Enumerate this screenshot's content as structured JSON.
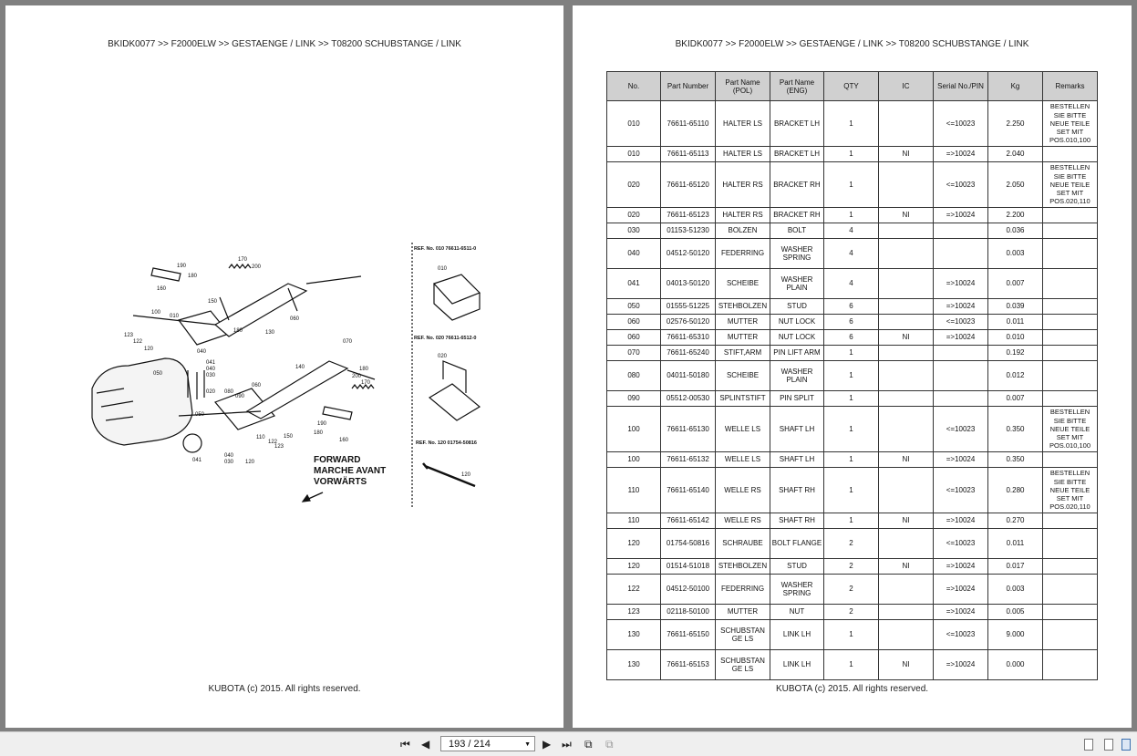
{
  "breadcrumb": "BKIDK0077 >> F2000ELW >> GESTAENGE / LINK >> T08200   SCHUBSTANGE / LINK",
  "footer": "KUBOTA (c) 2015. All rights reserved.",
  "diagram": {
    "ref_010": "REF. No. 010 76611-6511-0",
    "ref_020": "REF. No. 020 76611-6512-0",
    "ref_120": "REF. No. 120 01754-50816",
    "forward_lines": [
      "FORWARD",
      "MARCHE AVANT",
      "VORWÄRTS"
    ],
    "callouts": [
      "190",
      "180",
      "160",
      "170",
      "200",
      "100",
      "010",
      "150",
      "130",
      "060",
      "070",
      "123",
      "122",
      "120",
      "050",
      "040",
      "041",
      "030",
      "140",
      "110",
      "080",
      "090",
      "020"
    ]
  },
  "table": {
    "headers": [
      "No.",
      "Part Number",
      "Part Name (POL)",
      "Part Name (ENG)",
      "QTY",
      "IC",
      "Serial No./PIN",
      "Kg",
      "Remarks"
    ],
    "rows": [
      {
        "no": "010",
        "part": "76611-65110",
        "pol": "HALTER LS",
        "eng": "BRACKET LH",
        "qty": "1",
        "ic": "",
        "serial": "<=10023",
        "kg": "2.250",
        "rem": "BESTELLEN SIE BITTE NEUE TEILE SET MIT POS.010,100",
        "tall": true
      },
      {
        "no": "010",
        "part": "76611-65113",
        "pol": "HALTER LS",
        "eng": "BRACKET LH",
        "qty": "1",
        "ic": "NI",
        "serial": "=>10024",
        "kg": "2.040",
        "rem": ""
      },
      {
        "no": "020",
        "part": "76611-65120",
        "pol": "HALTER RS",
        "eng": "BRACKET RH",
        "qty": "1",
        "ic": "",
        "serial": "<=10023",
        "kg": "2.050",
        "rem": "BESTELLEN SIE BITTE NEUE TEILE SET MIT POS.020,110",
        "tall": true
      },
      {
        "no": "020",
        "part": "76611-65123",
        "pol": "HALTER RS",
        "eng": "BRACKET RH",
        "qty": "1",
        "ic": "NI",
        "serial": "=>10024",
        "kg": "2.200",
        "rem": ""
      },
      {
        "no": "030",
        "part": "01153-51230",
        "pol": "BOLZEN",
        "eng": "BOLT",
        "qty": "4",
        "ic": "",
        "serial": "",
        "kg": "0.036",
        "rem": ""
      },
      {
        "no": "040",
        "part": "04512-50120",
        "pol": "FEDERRING",
        "eng": "WASHER SPRING",
        "qty": "4",
        "ic": "",
        "serial": "",
        "kg": "0.003",
        "rem": "",
        "mid": true
      },
      {
        "no": "041",
        "part": "04013-50120",
        "pol": "SCHEIBE",
        "eng": "WASHER PLAIN",
        "qty": "4",
        "ic": "",
        "serial": "=>10024",
        "kg": "0.007",
        "rem": "",
        "mid": true
      },
      {
        "no": "050",
        "part": "01555-51225",
        "pol": "STEHBOLZEN",
        "eng": "STUD",
        "qty": "6",
        "ic": "",
        "serial": "=>10024",
        "kg": "0.039",
        "rem": ""
      },
      {
        "no": "060",
        "part": "02576-50120",
        "pol": "MUTTER",
        "eng": "NUT LOCK",
        "qty": "6",
        "ic": "",
        "serial": "<=10023",
        "kg": "0.011",
        "rem": ""
      },
      {
        "no": "060",
        "part": "76611-65310",
        "pol": "MUTTER",
        "eng": "NUT LOCK",
        "qty": "6",
        "ic": "NI",
        "serial": "=>10024",
        "kg": "0.010",
        "rem": ""
      },
      {
        "no": "070",
        "part": "76611-65240",
        "pol": "STIFT,ARM",
        "eng": "PIN LIFT ARM",
        "qty": "1",
        "ic": "",
        "serial": "",
        "kg": "0.192",
        "rem": ""
      },
      {
        "no": "080",
        "part": "04011-50180",
        "pol": "SCHEIBE",
        "eng": "WASHER PLAIN",
        "qty": "1",
        "ic": "",
        "serial": "",
        "kg": "0.012",
        "rem": "",
        "mid": true
      },
      {
        "no": "090",
        "part": "05512-00530",
        "pol": "SPLINTSTIFT",
        "eng": "PIN SPLIT",
        "qty": "1",
        "ic": "",
        "serial": "",
        "kg": "0.007",
        "rem": ""
      },
      {
        "no": "100",
        "part": "76611-65130",
        "pol": "WELLE  LS",
        "eng": "SHAFT LH",
        "qty": "1",
        "ic": "",
        "serial": "<=10023",
        "kg": "0.350",
        "rem": "BESTELLEN SIE BITTE NEUE TEILE SET MIT POS.010,100",
        "tall": true
      },
      {
        "no": "100",
        "part": "76611-65132",
        "pol": "WELLE  LS",
        "eng": "SHAFT LH",
        "qty": "1",
        "ic": "NI",
        "serial": "=>10024",
        "kg": "0.350",
        "rem": ""
      },
      {
        "no": "110",
        "part": "76611-65140",
        "pol": "WELLE  RS",
        "eng": "SHAFT RH",
        "qty": "1",
        "ic": "",
        "serial": "<=10023",
        "kg": "0.280",
        "rem": "BESTELLEN SIE BITTE NEUE TEILE SET MIT POS.020,110",
        "tall": true
      },
      {
        "no": "110",
        "part": "76611-65142",
        "pol": "WELLE RS",
        "eng": "SHAFT RH",
        "qty": "1",
        "ic": "NI",
        "serial": "=>10024",
        "kg": "0.270",
        "rem": ""
      },
      {
        "no": "120",
        "part": "01754-50816",
        "pol": "SCHRAUBE",
        "eng": "BOLT FLANGE",
        "qty": "2",
        "ic": "",
        "serial": "<=10023",
        "kg": "0.011",
        "rem": "",
        "mid": true
      },
      {
        "no": "120",
        "part": "01514-51018",
        "pol": "STEHBOLZEN",
        "eng": "STUD",
        "qty": "2",
        "ic": "NI",
        "serial": "=>10024",
        "kg": "0.017",
        "rem": ""
      },
      {
        "no": "122",
        "part": "04512-50100",
        "pol": "FEDERRING",
        "eng": "WASHER SPRING",
        "qty": "2",
        "ic": "",
        "serial": "=>10024",
        "kg": "0.003",
        "rem": "",
        "mid": true
      },
      {
        "no": "123",
        "part": "02118-50100",
        "pol": "MUTTER",
        "eng": "NUT",
        "qty": "2",
        "ic": "",
        "serial": "=>10024",
        "kg": "0.005",
        "rem": ""
      },
      {
        "no": "130",
        "part": "76611-65150",
        "pol": "SCHUBSTAN GE LS",
        "eng": "LINK LH",
        "qty": "1",
        "ic": "",
        "serial": "<=10023",
        "kg": "9.000",
        "rem": "",
        "mid": true
      },
      {
        "no": "130",
        "part": "76611-65153",
        "pol": "SCHUBSTAN GE LS",
        "eng": "LINK LH",
        "qty": "1",
        "ic": "NI",
        "serial": "=>10024",
        "kg": "0.000",
        "rem": "",
        "mid": true
      }
    ]
  },
  "toolbar": {
    "page_value": "193 / 214",
    "first_icon": "first-page-icon",
    "prev_icon": "prev-page-icon",
    "next_icon": "next-page-icon",
    "last_icon": "last-page-icon"
  }
}
